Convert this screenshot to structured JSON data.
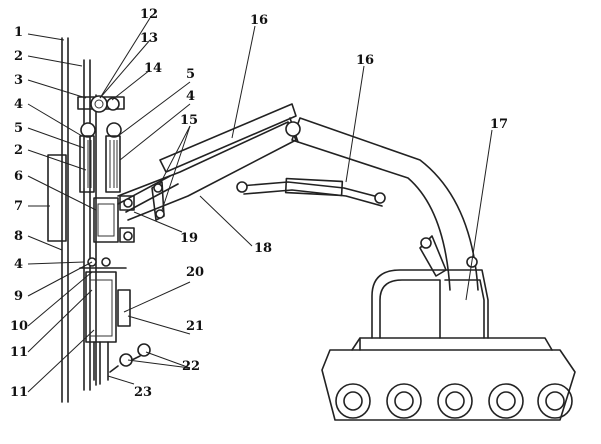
{
  "labels": {
    "n1": "1",
    "n2a": "2",
    "n3": "3",
    "n4a": "4",
    "n5a": "5",
    "n2b": "2",
    "n6": "6",
    "n7": "7",
    "n8": "8",
    "n4b": "4",
    "n9": "9",
    "n10": "10",
    "n11a": "11",
    "n11b": "11",
    "n12": "12",
    "n13": "13",
    "n14": "14",
    "n5b": "5",
    "n4c": "4",
    "n15": "15",
    "n16a": "16",
    "n16b": "16",
    "n17": "17",
    "n18": "18",
    "n19": "19",
    "n20": "20",
    "n21": "21",
    "n22": "22",
    "n23": "23"
  }
}
